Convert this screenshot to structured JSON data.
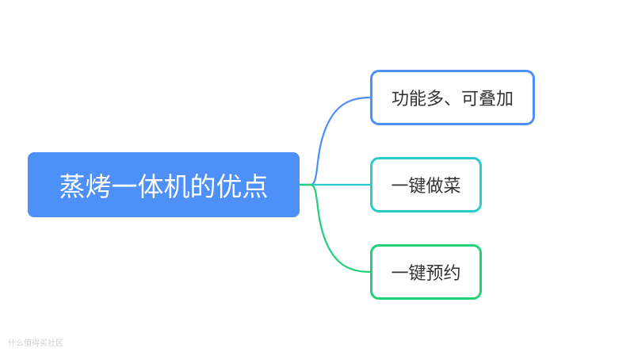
{
  "root": {
    "label": "蒸烤一体机的优点",
    "color": "#4d90f7"
  },
  "children": [
    {
      "label": "功能多、可叠加",
      "border_color": "#4d90f7"
    },
    {
      "label": "一键做菜",
      "border_color": "#28cccc"
    },
    {
      "label": "一键预约",
      "border_color": "#22d07a"
    }
  ],
  "watermark": {
    "text": "什么值得买社区"
  }
}
